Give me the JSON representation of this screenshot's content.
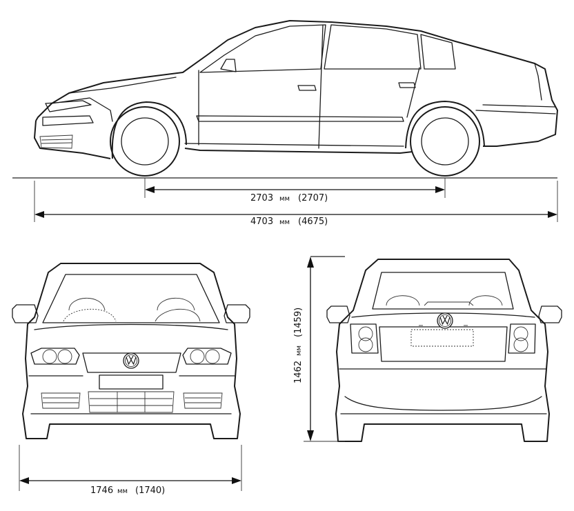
{
  "dimensions": {
    "wheelbase": {
      "value": "2703",
      "unit": "мм",
      "alt": "(2707)"
    },
    "length": {
      "value": "4703",
      "unit": "мм",
      "alt": "(4675)"
    },
    "height": {
      "value": "1462",
      "unit": "мм",
      "alt": "(1459)"
    },
    "width": {
      "value": "1746",
      "unit": "мм",
      "alt": "(1740)"
    }
  },
  "badge_icon": "vw-logo-icon"
}
